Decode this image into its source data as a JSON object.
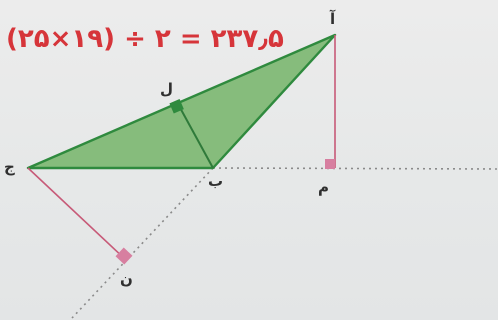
{
  "equation": "(۲۵×۱۹) ÷ ۲ = ۲۳۷٫۵",
  "labels": {
    "A": "آ",
    "B": "ب",
    "J": "ج",
    "L": "ل",
    "M": "م",
    "N": "ن"
  },
  "colors": {
    "triangle_fill": "#86bc7c",
    "triangle_stroke": "#2f8a3e",
    "height_line": "#c75a78",
    "right_angle_marker": "#d77fa0",
    "dotted_line": "#8a8a8a",
    "handwriting": "#d6353a"
  }
}
